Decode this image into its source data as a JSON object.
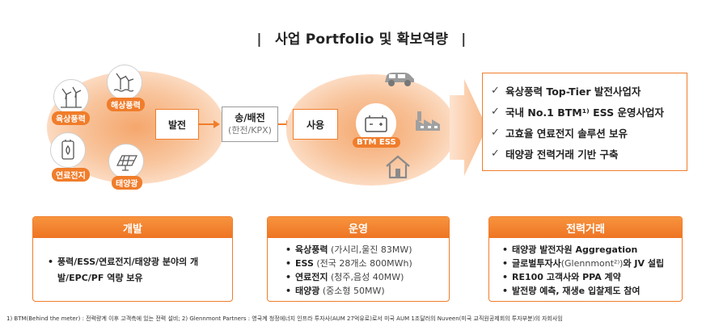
{
  "title": "사업 Portfolio 및 확보역량",
  "title_bar_left": "|",
  "title_bar_right": "|",
  "sources": {
    "onshore_wind": "육상풍력",
    "offshore_wind": "해상풍력",
    "fuel_cell": "연료전지",
    "solar": "태양광"
  },
  "flow": {
    "generation": "발전",
    "transmission": "송/배전",
    "transmission_sub": "(한전/KPX)",
    "usage": "사용",
    "btm_ess": "BTM ESS"
  },
  "achievements": [
    "육상풍력 Top-Tier 발전사업자",
    "국내 No.1 BTM¹⁾ ESS 운영사업자",
    "고효율 연료전지 솔루션 보유",
    "태양광 전력거래 기반 구축"
  ],
  "cards": {
    "development": {
      "header": "개발",
      "items": [
        {
          "bold": "풍력/ESS/연료전지/태양광 분야의 개발/EPC/PF 역량 보유",
          "light": ""
        }
      ]
    },
    "operation": {
      "header": "운영",
      "items": [
        {
          "bold": "육상풍력",
          "light": " (가시리,울진 83MW)"
        },
        {
          "bold": "ESS",
          "light": " (전국 28개소 800MWh)"
        },
        {
          "bold": "연료전지",
          "light": " (청주,음성 40MW)"
        },
        {
          "bold": "태양광",
          "light": " (중소형 50MW)"
        }
      ]
    },
    "trading": {
      "header": "전력거래",
      "items": [
        {
          "bold": "태양광 발전자원 Aggregation",
          "light": ""
        },
        {
          "bold": "글로벌투자사",
          "light": "(Glennmont²⁾)",
          "bold2": "와 JV 설립"
        },
        {
          "bold": "RE100 고객사와 PPA 계약",
          "light": ""
        },
        {
          "bold": "발전량 예측, 재생e 입찰제도 참여",
          "light": ""
        }
      ]
    }
  },
  "bullet": "•",
  "check": "✓",
  "footnote": "1) BTM(Behind the meter) : 전력량계 이후 고객측에 있는 전력 설비; 2) Glennmont Partners : 영국계 청정에너지 인프라 투자사(AUM 27억유로)로서 미국 AUM 1조달러의 Nuveen(미국 교직원공제회의 투자부분)의 자회사임",
  "colors": {
    "accent": "#f07d2b",
    "ellipse": "#f5a76d",
    "gray_border": "#9a9a9a"
  },
  "icons": [
    "onshore-wind-icon",
    "offshore-wind-icon",
    "fuel-cell-icon",
    "solar-panel-icon",
    "ev-car-icon",
    "battery-icon",
    "factory-icon",
    "house-icon"
  ]
}
